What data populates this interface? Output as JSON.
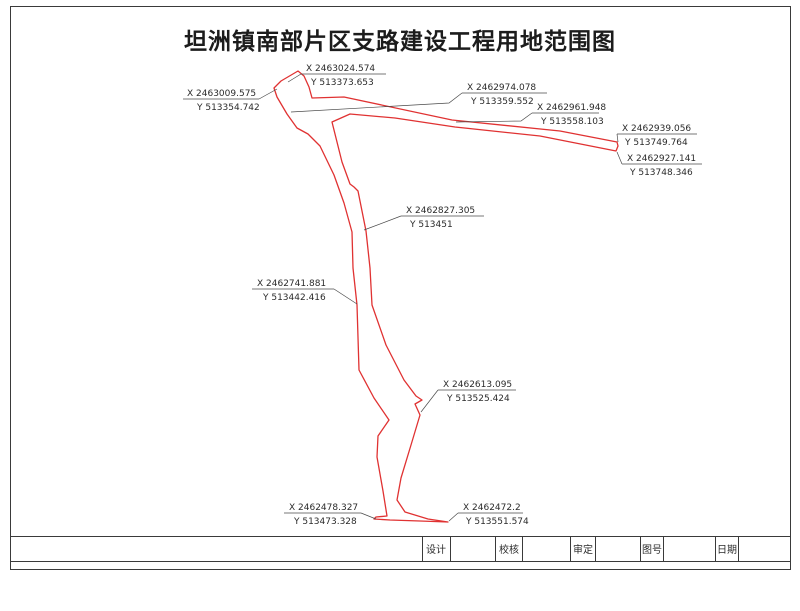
{
  "page": {
    "title": "坦洲镇南部片区支路建设工程用地范围图"
  },
  "colors": {
    "boundary_red": "#e03232",
    "leader_gray": "#4a4a4a",
    "frame_dark": "#3a3a3a",
    "text_dark": "#2b2b2b"
  },
  "coordinate_labels": [
    {
      "id": "pt-north-peak",
      "x_label": "X 2463024.574",
      "y_label": "Y 513373.653"
    },
    {
      "id": "pt-northwest",
      "x_label": "X 2463009.575",
      "y_label": "Y 513354.742"
    },
    {
      "id": "pt-neck",
      "x_label": "X 2462974.078",
      "y_label": "Y 513359.552"
    },
    {
      "id": "pt-strip-kink",
      "x_label": "X 2462961.948",
      "y_label": "Y 513558.103"
    },
    {
      "id": "pt-east-tip-north",
      "x_label": "X 2462939.056",
      "y_label": "Y 513749.764"
    },
    {
      "id": "pt-east-tip-south",
      "x_label": "X 2462927.141",
      "y_label": "Y 513748.346"
    },
    {
      "id": "pt-mid-upper",
      "x_label": "X 2462827.305",
      "y_label": "Y 513451"
    },
    {
      "id": "pt-mid-west",
      "x_label": "X 2462741.881",
      "y_label": "Y 513442.416"
    },
    {
      "id": "pt-mid-lower",
      "x_label": "X 2462613.095",
      "y_label": "Y 513525.424"
    },
    {
      "id": "pt-south-west",
      "x_label": "X 2462478.327",
      "y_label": "Y 513473.328"
    },
    {
      "id": "pt-south-east",
      "x_label": "X 2462472.2",
      "y_label": "Y 513551.574"
    }
  ],
  "title_block": {
    "cells": [
      "设计",
      "校核",
      "审定",
      "图号",
      "日期"
    ]
  }
}
